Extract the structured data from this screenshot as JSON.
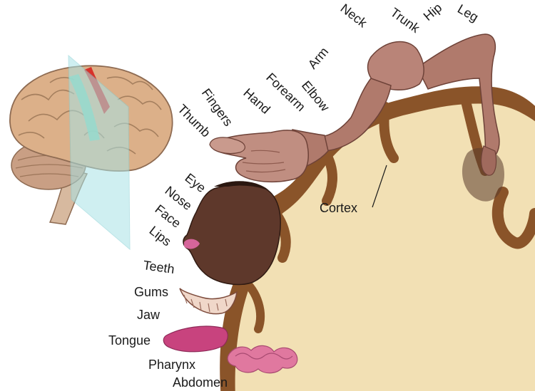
{
  "labels": {
    "neck": "Neck",
    "trunk": "Trunk",
    "hip": "Hip",
    "leg": "Leg",
    "arm": "Arm",
    "elbow": "Elbow",
    "forearm": "Forearm",
    "hand": "Hand",
    "fingers": "Fingers",
    "thumb": "Thumb",
    "eye": "Eye",
    "nose": "Nose",
    "face": "Face",
    "lips": "Lips",
    "teeth": "Teeth",
    "gums": "Gums",
    "jaw": "Jaw",
    "tongue": "Tongue",
    "pharynx": "Pharynx",
    "abdomen": "Abdomen",
    "cortex": "Cortex"
  },
  "colors": {
    "cortex_fill": "#f2e0b4",
    "cortex_edge": "#8a5429",
    "skin": "#b07a6c",
    "brain": "#d8ae86",
    "plane": "#a9e3e6",
    "highlight_red": "#d7322a",
    "tongue": "#c8437e"
  }
}
